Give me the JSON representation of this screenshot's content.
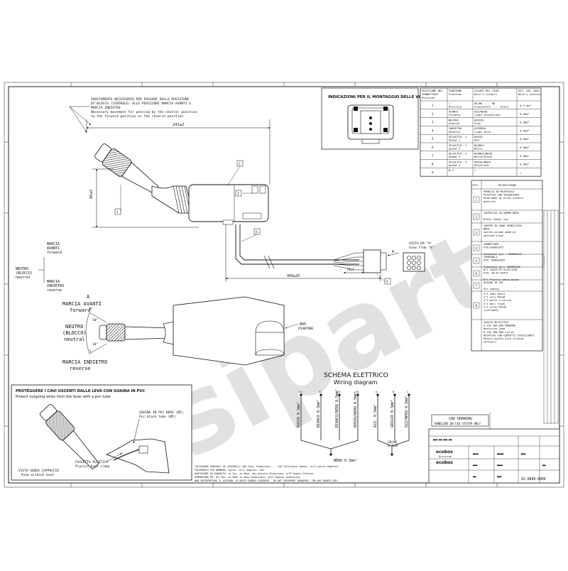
{
  "watermark": "siparts",
  "drawing": {
    "note_top_lines": [
      "SPOSTAMENTO NECESSARIO PER PASSARE DALLA POSIZIONE",
      "DI BLOCCO (CENTRALE) ALLE POSIZIONI MARCIA AVANTI O",
      "MARCIA INDIETRO",
      "Necessary movement for passing by the neutral position",
      "to the forward position or the reverse position"
    ],
    "dim_width": "241±2",
    "dim_height": "86±2",
    "dim_cable": "460±20",
    "dim_small": "15±1",
    "view_a_lines": [
      "VISTA DA \"A\"",
      "View from \"A\""
    ],
    "label_a": "A",
    "positions_left": {
      "forward": [
        "MARCIA",
        "AVANTI",
        "forward"
      ],
      "neutral": [
        "NEUTRO",
        "(BLOCCO)",
        "neutral"
      ],
      "reverse": [
        "MARCIA",
        "INDIETRO",
        "reverse"
      ]
    },
    "positions_mid": {
      "a": "A",
      "forward": [
        "MARCIA AVANTI",
        "forward"
      ],
      "neutral": [
        "NEUTRO",
        "(BLOCCO)",
        "neutral"
      ],
      "reverse": [
        "MARCIA INDIETRO",
        "reverse"
      ],
      "angle_up": "10°",
      "angle_down": "10°",
      "n": "N",
      "i": "I"
    },
    "dim_diameter": "Ø45",
    "dim_diameter_sub": "PIANTONE",
    "balloons": [
      "1",
      "2",
      "3",
      "4",
      "5",
      "6"
    ]
  },
  "screw_table": {
    "title": "INDICAZIONI PER IL MONTAGGIO DELLE VITI"
  },
  "wire_table": {
    "headers": [
      [
        "POSIZIONE NEL",
        "CONNETTORE",
        "Position"
      ],
      [
        "FUNZIONE",
        "Function"
      ],
      [
        "COLORI DEL CAVO",
        "Wire's colours"
      ],
      [
        "SEZ. DEL CAVO",
        "Wire's section"
      ]
    ],
    "rows": [
      {
        "pos": "1",
        "func": [
          "+",
          "Positive"
        ],
        "colour": [
          "GR/NE ---- NE",
          "Grey/black ---- black"
        ],
        "section": "0.5 mm²"
      },
      {
        "pos": "2",
        "func": [
          "AVANTI",
          "Forward"
        ],
        "colour": [
          "AZZ/NERO",
          "light blue/black"
        ],
        "section": "0.5mm²"
      },
      {
        "pos": "3",
        "func": [
          "NEUTRO",
          "neutral"
        ],
        "colour": [
          "GRIGIO",
          "Grey"
        ],
        "section": "0.5mm²"
      },
      {
        "pos": "4",
        "func": [
          "INDIETRO",
          "Reverse"
        ],
        "colour": [
          "AZZURRO",
          "Light blue"
        ],
        "section": "0.5mm²"
      },
      {
        "pos": "5",
        "func": [
          "VELOCITA' 1",
          "Speed 1"
        ],
        "colour": [
          "ROSSO",
          "Red"
        ],
        "section": "0.5mm²"
      },
      {
        "pos": "6",
        "func": [
          "VELOCITA' 2",
          "Speed 2"
        ],
        "colour": [
          "BIANCO",
          "White"
        ],
        "section": "0.5mm²"
      },
      {
        "pos": "7",
        "func": [
          "VELOCITA' 3",
          "Speed 3"
        ],
        "colour": [
          "BIANCO/NERO",
          "White/black"
        ],
        "section": "0.5mm²"
      },
      {
        "pos": "8",
        "func": [
          "VELOCITA' 4",
          "Speed 4"
        ],
        "colour": [
          "ROSSO/NERO",
          "Red/black"
        ],
        "section": "0.5mm²"
      },
      {
        "pos": "9",
        "func": [
          "N.C.",
          ""
        ],
        "colour": [
          "/",
          ""
        ],
        "section": "/"
      }
    ]
  },
  "parts_list": {
    "header": [
      "RIF.",
      "DESCRIZIONE"
    ],
    "rows": [
      {
        "ref": "1",
        "lines": [
          "POMELLO IN MATERIALE",
          "PLASTICO CON VERGHATURA",
          "Knob made by black plastic",
          "material"
        ]
      },
      {
        "ref": "2",
        "lines": [
          "CAPPUCCIO IN GOMMA NERA",
          "",
          "Black rubber cap"
        ]
      },
      {
        "ref": "3",
        "lines": [
          "CARTER IN ZAMA VERNICIATA",
          "NERA",
          "switch column made by",
          "painted black"
        ]
      },
      {
        "ref": "4",
        "lines": [
          "CONNETTORE",
          "P/N:XE0081072",
          "",
          "Connector p/n : XE0081072"
        ]
      },
      {
        "ref": "5",
        "lines": [
          "TERMINALI",
          "P/N: XE0902055",
          "",
          "Terminals p/n: XE0902055"
        ]
      },
      {
        "ref": "6",
        "lines": [
          "N°2 FASCETTE PLASTICHE",
          "P/N: 30-07-03431",
          "",
          "N°2 Plastic cable grips"
        ]
      },
      {
        "ref": "7",
        "lines": [
          "GUAINA IN PVC",
          "",
          "Pvc tubing"
        ]
      },
      {
        "ref": "8",
        "lines": [
          "n°2 semi gusci",
          "n°2 viti M4x20",
          "n°2 molle a carico",
          "n°2 ball rings",
          "n°2 screw M4x20",
          "(included)"
        ]
      },
      {
        "ref": "",
        "lines": [
          "CARICO RESISTIVO",
          "0.15A 300.000 MANOVRE",
          "Resistive Load",
          "0.15A 300.000 Cycles",
          "ROTATIVO CON CONTATTI STRISCIANTI",
          "Rotary switch with sliding",
          "contacts."
        ]
      }
    ]
  },
  "wiring": {
    "title": "SCHEMA ELETTRICO",
    "subtitle": "Wiring diagram",
    "wires": [
      "ROSSO 0.5mm²",
      "BIANCO 0.5mm²",
      "BIANCO/NERO 0.5mm²",
      "ROSSO/NERO 0.5mm²",
      "AZZ. 0.5mm²",
      "GRIGIO 0.5mm²",
      "AZZ/NERO 0.5mm²"
    ],
    "common_left": "NERO 0.5mm²",
    "common_right": [
      "GR/NE",
      "0.5mm²"
    ],
    "terminal_labels": [
      "V1",
      "V2",
      "V3",
      "V4",
      "A",
      "N",
      "I"
    ]
  },
  "detail_box": {
    "title": "PROTEGGERE I CAVI USCENTI DALLA LEVA CON GUAINA IN PVC",
    "subtitle": "Protect outgoing wires from the lever with a pvc tube",
    "sheath": [
      "GUAINA IN PVC NERA (Ø5)",
      "Pvc black tube (Ø5)"
    ],
    "clamp": [
      "FASCETTA PLASTICA",
      "Plastic hose clamp"
    ],
    "view": [
      "VISTA SENZA CAPPUCCIO",
      "View without boot"
    ]
  },
  "cad_box": [
    "CAD DRAWING",
    "HANDLING ON CAD SYSTEM ONLY"
  ],
  "title_block": {
    "company": "ecobos",
    "division": "Division",
    "number": "01-0888-0000",
    "tolerance_lines": [
      "TOLLERANZE GENERALI SE LEGGIBILI: UNI Fase, Dimensioni ... ISO Tolleranze (base): ±1/3 valore angolare",
      "TOLERANCES FOR NUMBERS: Agree: ±1/2; Angular: ±30'",
      "QUOTAZIONI DA GABARITO: ai Ris. ai Base, dei Assiali Attenzione: A/ST Angolo Interno",
      "DIMENSIONS RE: Ris Ris. ai Base ai Base Dimensions: A/ST angular dimensions",
      "NON INTERPRETARE IL DISEGNO: SE NASCE DUBBIO CHIEDERE - DO NOT INTERPRET DRAWINGS. FOR ANY DOUBTS ASK!"
    ]
  }
}
